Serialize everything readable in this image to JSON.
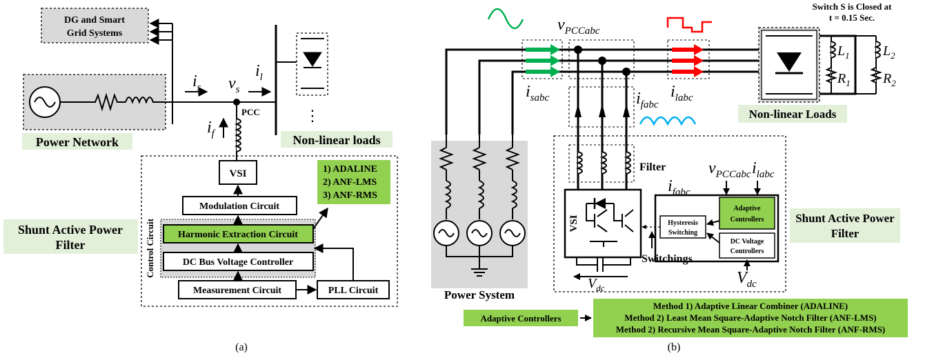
{
  "panel_a": {
    "dg_label_1": "DG and Smart",
    "dg_label_2": "Grid Systems",
    "i_s_sym": "i",
    "i_s_sub": "s",
    "v_s_sym": "v",
    "v_s_sub": "s",
    "i_l_sym": "i",
    "i_l_sub": "l",
    "i_f_sym": "i",
    "i_f_sub": "f",
    "pcc_label": "PCC",
    "ellipsis": "⋮",
    "power_network": "Power Network",
    "nonlinear_loads": "Non-linear loads",
    "vsi": "VSI",
    "methods": [
      "1) ADALINE",
      "2) ANF-LMS",
      "3) ANF-RMS"
    ],
    "modulation": "Modulation Circuit",
    "harmonic": "Harmonic Extraction Circuit",
    "dc_bus": "DC Bus Voltage Controller",
    "measurement": "Measurement Circuit",
    "pll": "PLL Circuit",
    "control_circuit": "Control Circuit",
    "sapf_1": "Shunt Active Power",
    "sapf_2": "Filter",
    "caption": "(a)"
  },
  "panel_b": {
    "switch_note_1": "Switch S is Closed at",
    "switch_note_2": "t = 0.15 Sec.",
    "v_pcc_sym": "v",
    "v_pcc_sub": "PCCabc",
    "i_sabc_sym": "i",
    "i_sabc_sub": "sabc",
    "i_fabc_sym": "i",
    "i_fabc_sub": "fabc",
    "i_labc_sym": "i",
    "i_labc_sub": "labc",
    "L1_sym": "L",
    "L1_sub": "1",
    "L2_sym": "L",
    "L2_sub": "2",
    "R1_sym": "R",
    "R1_sub": "1",
    "R2_sym": "R",
    "R2_sub": "2",
    "nonlinear_loads": "Non-linear Loads",
    "filter": "Filter",
    "vsi": "VSI",
    "adaptive_1": "Adaptive",
    "adaptive_2": "Controllers",
    "hysteresis_1": "Hysteresis",
    "hysteresis_2": "Switching",
    "dcv_1": "DC Voltage",
    "dcv_2": "Controllers",
    "switchings": "Switchings",
    "vdc_sym": "V",
    "vdc_sub": "dc",
    "sapf_1": "Shunt Active Power",
    "sapf_2": "Filter",
    "power_system": "Power System",
    "adaptive_controllers": "Adaptive Controllers",
    "method_lines": [
      "Method 1) Adaptive Linear Combiner (ADALINE)",
      "Method 2) Least Mean Square-Adaptive Notch Filter (ANF-LMS)",
      "Method 2) Recursive Mean Square-Adaptive Notch Filter (ANF-RMS)"
    ],
    "caption": "(b)"
  },
  "colors": {
    "green_fill": "#92d050",
    "light_green": "#e2efd9",
    "gray_fill": "#d9d9d9",
    "arrow_green": "#00b050",
    "arrow_red": "#ff0000",
    "wave_blue": "#00b0f0"
  }
}
